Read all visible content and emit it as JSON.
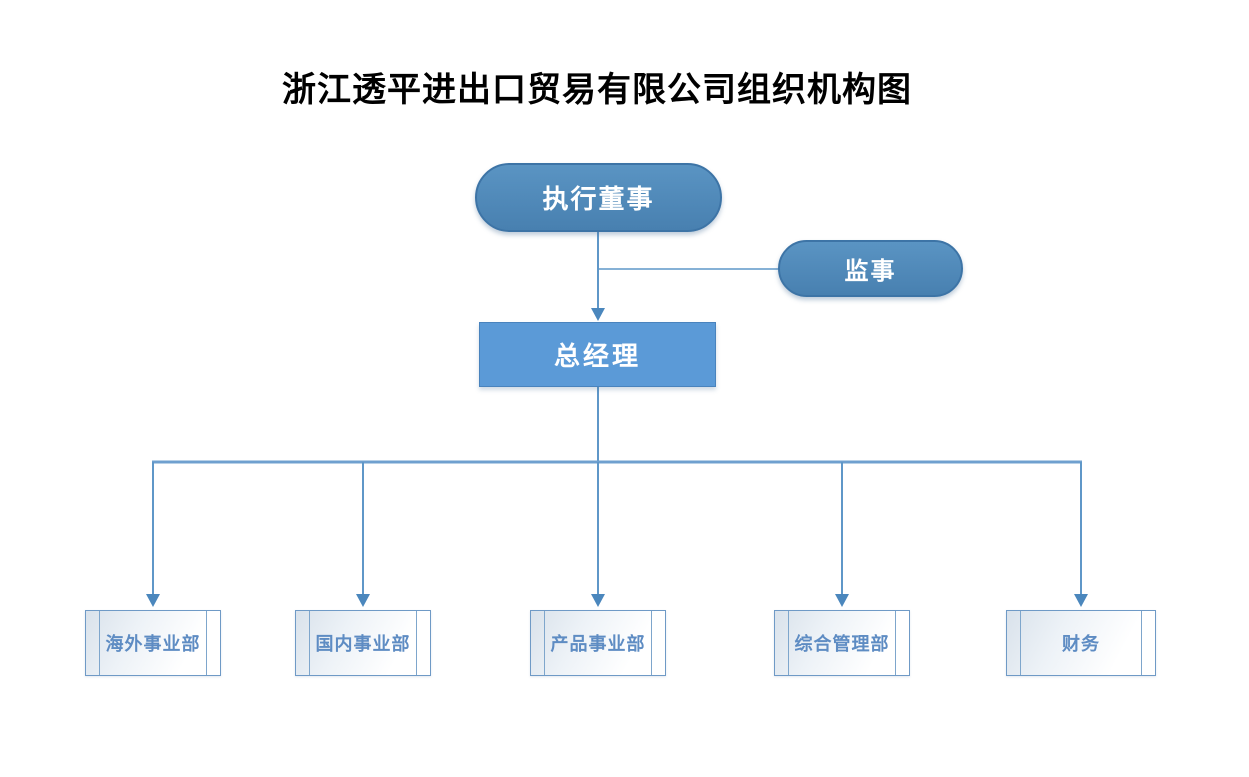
{
  "title": "浙江透平进出口贸易有限公司组织机构图",
  "nodes": {
    "executive_director": {
      "label": "执行董事"
    },
    "supervisor": {
      "label": "监事"
    },
    "general_manager": {
      "label": "总经理"
    },
    "departments": [
      {
        "label": "海外事业部"
      },
      {
        "label": "国内事业部"
      },
      {
        "label": "产品事业部"
      },
      {
        "label": "综合管理部"
      },
      {
        "label": "财务"
      }
    ]
  },
  "colors": {
    "pill_fill": "#4c86b8",
    "pill_border": "#3d74a6",
    "manager_fill": "#5b9ad7",
    "manager_border": "#4983bd",
    "connector": "#5f97c8",
    "arrowhead": "#4b87bd",
    "department_border": "#6f9ac6",
    "department_text": "#5e8cc3",
    "title_text": "#000000",
    "node_text": "#ffffff",
    "background": "#ffffff"
  }
}
